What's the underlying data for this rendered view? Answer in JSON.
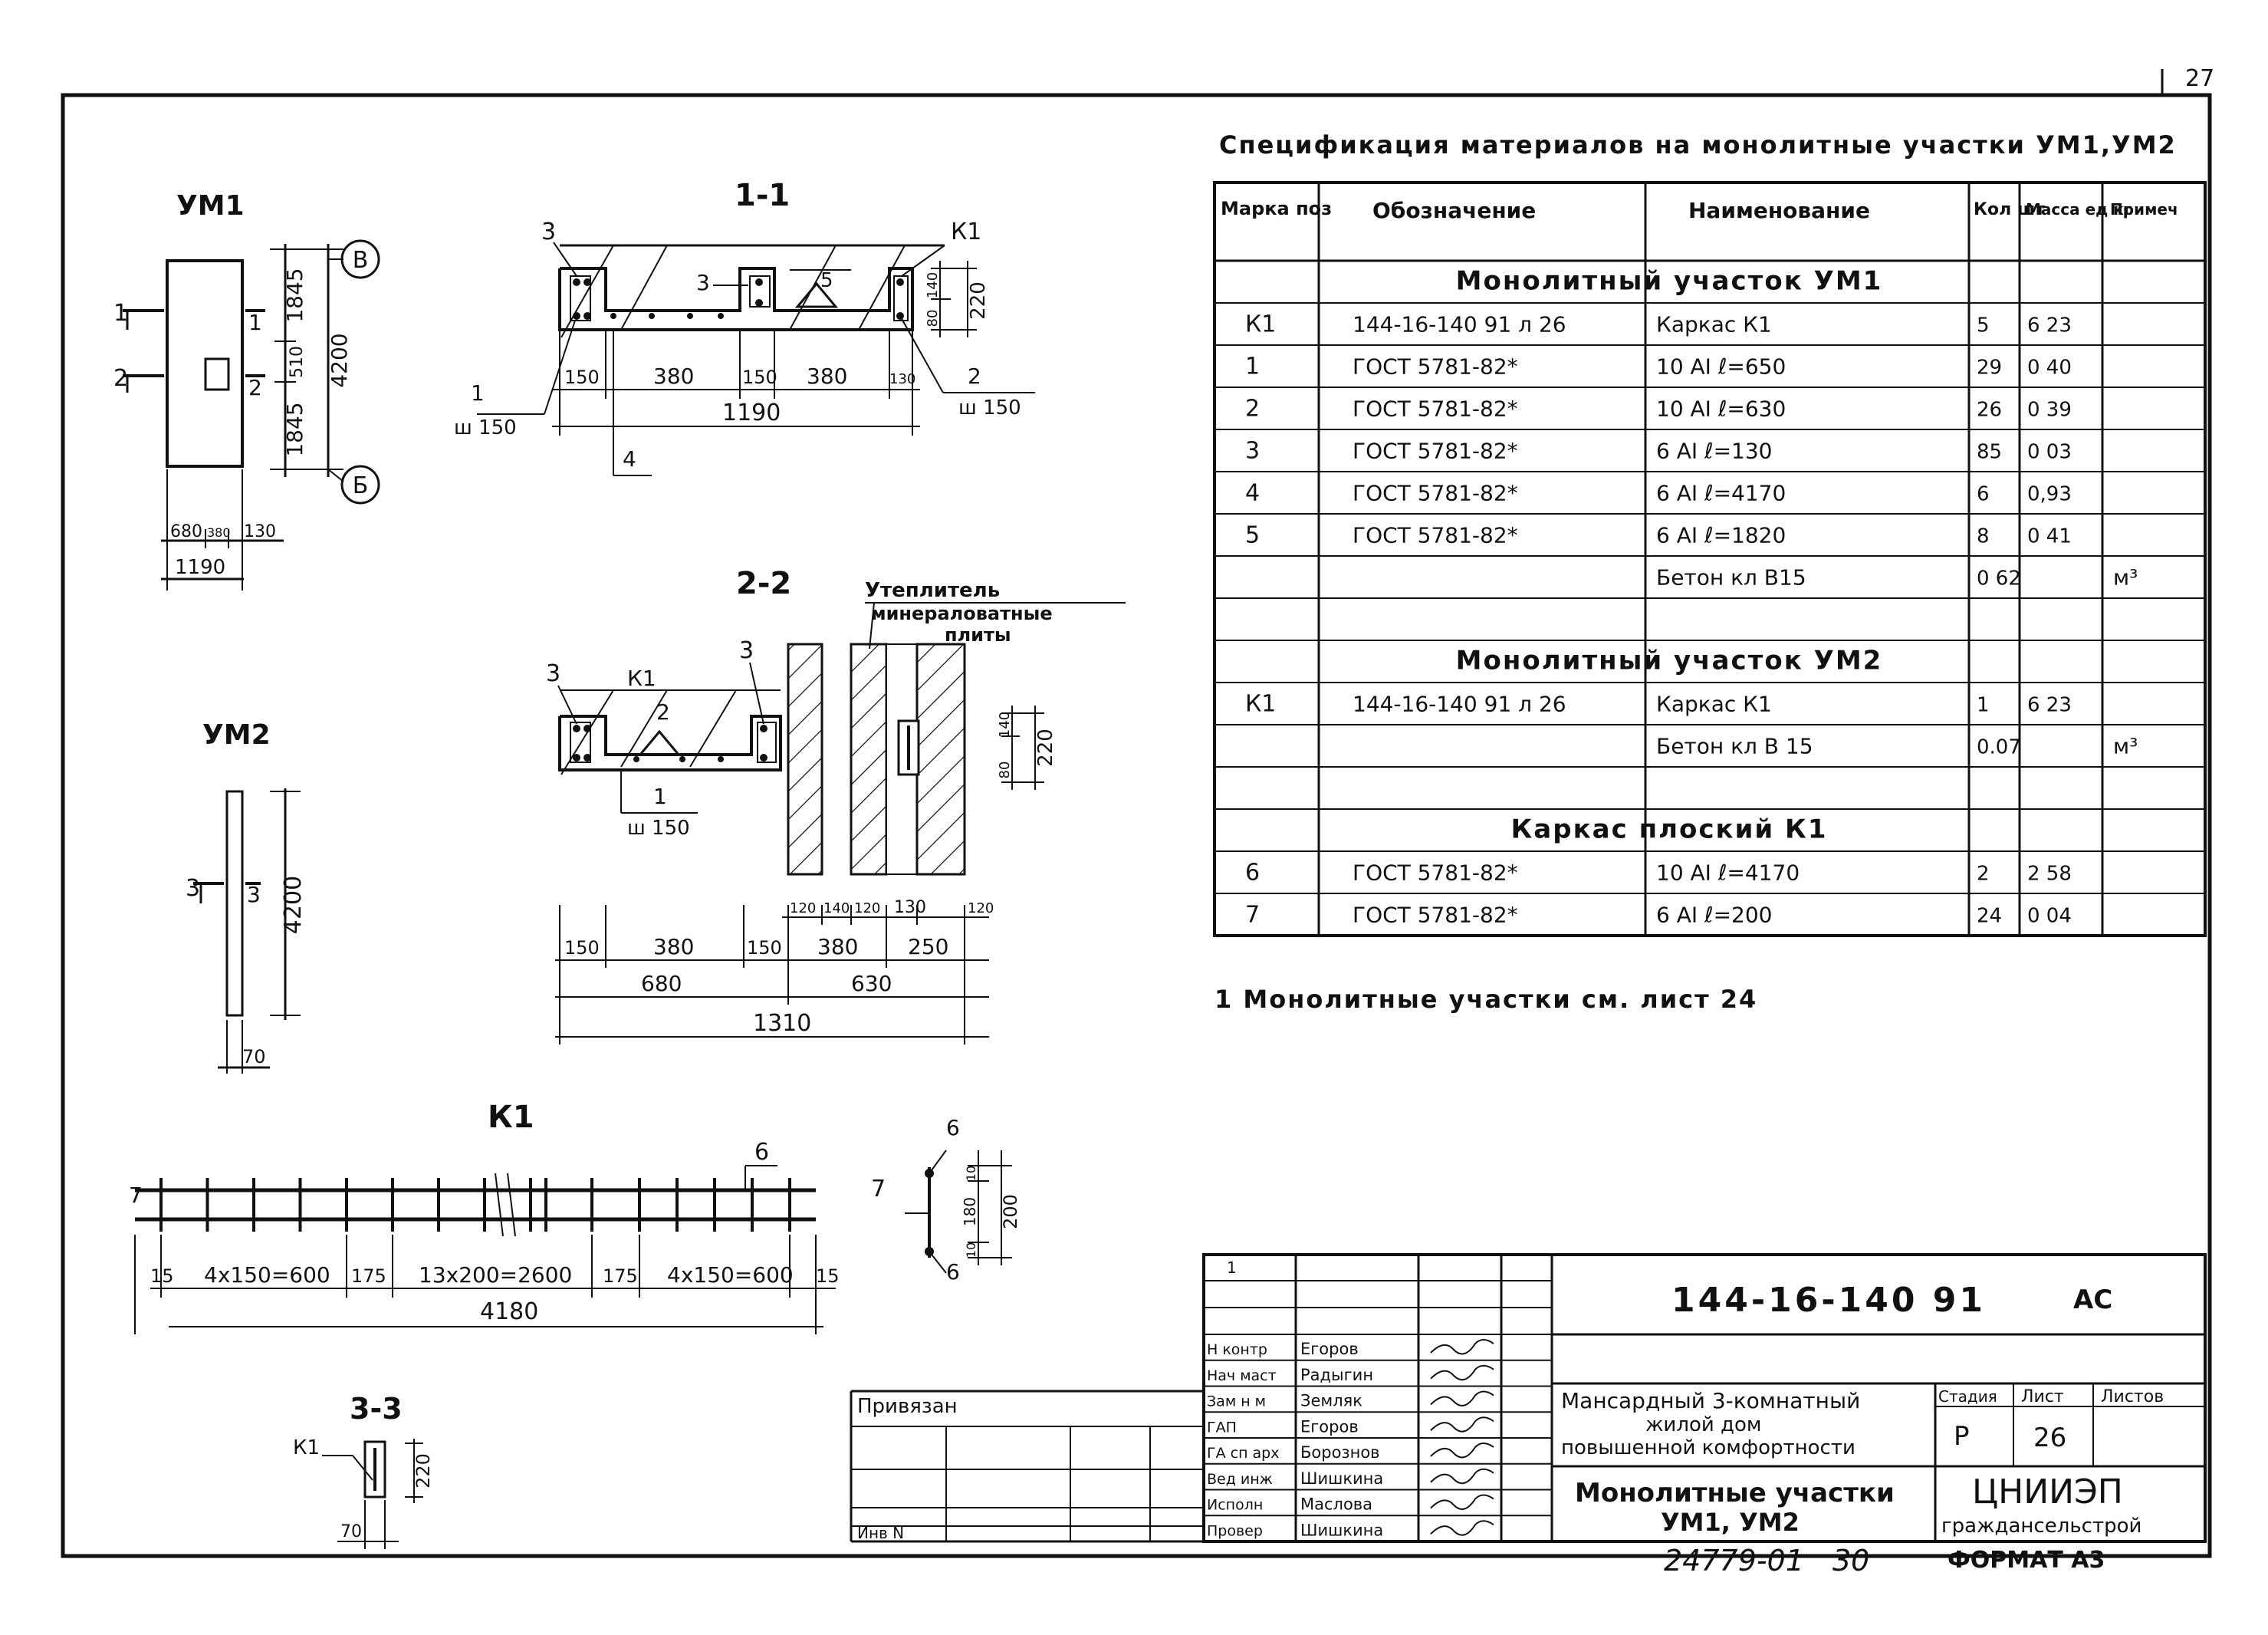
{
  "sheet": {
    "corner_number": "27",
    "inventory_number": "24779-01",
    "copy_number": "30",
    "format": "ФОРМАТ А3"
  },
  "drawings": {
    "um1": {
      "title": "УМ1",
      "axis_top": "В",
      "axis_bottom": "Б",
      "dims_vertical": [
        "1845",
        "510",
        "1845",
        "4200"
      ],
      "dims_horizontal": [
        "680",
        "380",
        "130",
        "1190"
      ],
      "section_marks": [
        "1",
        "2",
        "1",
        "2"
      ]
    },
    "um2": {
      "title": "УМ2",
      "dim_vertical": "4200",
      "dim_horizontal": "70",
      "section_marks": [
        "3",
        "3"
      ]
    },
    "section_1_1": {
      "title": "1-1",
      "labels": [
        "3",
        "К1",
        "3",
        "5",
        "1",
        "ш 150",
        "2",
        "ш 150",
        "4"
      ],
      "dims_bottom": [
        "150",
        "380",
        "150",
        "380",
        "130"
      ],
      "dim_total": "1190",
      "dims_right": [
        "140",
        "80",
        "220"
      ]
    },
    "section_2_2": {
      "title": "2-2",
      "labels": [
        "3",
        "К1",
        "3",
        "2",
        "1",
        "ш 150"
      ],
      "insulation_label": [
        "Утеплитель",
        "минераловатные",
        "плиты"
      ],
      "dims_top_row": [
        "120",
        "140",
        "120",
        "130",
        "120"
      ],
      "dims_mid_row": [
        "150",
        "380",
        "150",
        "380",
        "250"
      ],
      "dims_sub_row": [
        "680",
        "630"
      ],
      "dim_total": "1310",
      "dims_right": [
        "140",
        "80",
        "220"
      ]
    },
    "k1_frame": {
      "title": "К1",
      "labels": [
        "6",
        "7"
      ],
      "dims": [
        "15",
        "4х150=600",
        "175",
        "13х200=2600",
        "175",
        "4х150=600",
        "15"
      ],
      "dim_total": "4180",
      "detail_labels": [
        "6",
        "7",
        "6"
      ],
      "detail_dims": [
        "10",
        "180",
        "10",
        "200"
      ]
    },
    "section_3_3": {
      "title": "3-3",
      "label": "К1",
      "dim_vertical": "220",
      "dim_horizontal": "70"
    }
  },
  "spec": {
    "title": "Спецификация материалов на монолитные участки УМ1,УМ2",
    "headers": [
      "Марка поз",
      "Обозначение",
      "Наименование",
      "Кол шт",
      "Масса ед кг",
      "Примеч"
    ],
    "rows": [
      {
        "type": "section",
        "text": "Монолитный участок УМ1"
      },
      {
        "mark": "К1",
        "designation": "144-16-140 91 л 26",
        "name": "Каркас К1",
        "qty": "5",
        "mass": "6 23",
        "note": ""
      },
      {
        "mark": "1",
        "designation": "ГОСТ 5781-82*",
        "name": "10 АI ℓ=650",
        "qty": "29",
        "mass": "0 40",
        "note": ""
      },
      {
        "mark": "2",
        "designation": "ГОСТ 5781-82*",
        "name": "10 АI ℓ=630",
        "qty": "26",
        "mass": "0 39",
        "note": ""
      },
      {
        "mark": "3",
        "designation": "ГОСТ 5781-82*",
        "name": "6 АI ℓ=130",
        "qty": "85",
        "mass": "0 03",
        "note": ""
      },
      {
        "mark": "4",
        "designation": "ГОСТ 5781-82*",
        "name": "6 АI ℓ=4170",
        "qty": "6",
        "mass": "0,93",
        "note": ""
      },
      {
        "mark": "5",
        "designation": "ГОСТ 5781-82*",
        "name": "6 АI ℓ=1820",
        "qty": "8",
        "mass": "0 41",
        "note": ""
      },
      {
        "mark": "",
        "designation": "",
        "name": "Бетон кл В15",
        "qty": "0 62",
        "mass": "",
        "note": "м³"
      },
      {
        "mark": "",
        "designation": "",
        "name": "",
        "qty": "",
        "mass": "",
        "note": ""
      },
      {
        "type": "section",
        "text": "Монолитный участок УМ2"
      },
      {
        "mark": "К1",
        "designation": "144-16-140 91 л 26",
        "name": "Каркас К1",
        "qty": "1",
        "mass": "6 23",
        "note": ""
      },
      {
        "mark": "",
        "designation": "",
        "name": "Бетон кл В 15",
        "qty": "0.07",
        "mass": "",
        "note": "м³"
      },
      {
        "mark": "",
        "designation": "",
        "name": "",
        "qty": "",
        "mass": "",
        "note": ""
      },
      {
        "type": "section",
        "text": "Каркас плоский К1"
      },
      {
        "mark": "6",
        "designation": "ГОСТ 5781-82*",
        "name": "10 АI ℓ=4170",
        "qty": "2",
        "mass": "2 58",
        "note": ""
      },
      {
        "mark": "7",
        "designation": "ГОСТ 5781-82*",
        "name": "6 АI ℓ=200",
        "qty": "24",
        "mass": "0 04",
        "note": ""
      }
    ]
  },
  "note": "1 Монолитные участки см. лист 24",
  "title_block": {
    "doc_code": "144-16-140 91",
    "doc_suffix": "АС",
    "project": [
      "Мансардный 3-комнатный",
      "жилой дом",
      "повышенной комфортности"
    ],
    "sheet_title": [
      "Монолитные участки",
      "УМ1, УМ2"
    ],
    "stage_headers": [
      "Стадия",
      "Лист",
      "Листов"
    ],
    "stage": "Р",
    "sheet_no": "26",
    "org": [
      "ЦНИИЭП",
      "граждансельстрой"
    ],
    "bound": "Привязан",
    "inv": "Инв N",
    "signatures": [
      {
        "role": "Н контр",
        "name": "Егоров"
      },
      {
        "role": "Нач маст",
        "name": "Радыгин"
      },
      {
        "role": "Зам н м",
        "name": "Земляк"
      },
      {
        "role": "ГАП",
        "name": "Егоров"
      },
      {
        "role": "ГА сп арх",
        "name": "Борознов"
      },
      {
        "role": "Вед инж",
        "name": "Шишкина"
      },
      {
        "role": "Исполн",
        "name": "Маслова"
      },
      {
        "role": "Провер",
        "name": "Шишкина"
      }
    ],
    "rev_mark": "1"
  }
}
